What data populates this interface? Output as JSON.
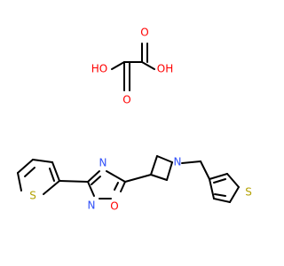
{
  "colors": {
    "bond": "#000000",
    "oxygen": "#ff0000",
    "nitrogen": "#3050f8",
    "sulfur": "#b3a100"
  },
  "labels": {
    "oxalic": {
      "ho_left": "HO",
      "o_top": "O",
      "oh_right": "OH",
      "o_bottom": "O"
    },
    "main": {
      "s_thiophene_left": "S",
      "n_oxadiazole_top": "N",
      "n_oxadiazole_left": "N",
      "o_oxadiazole": "O",
      "n_azetidine": "N",
      "s_thiophene_right": "S"
    }
  }
}
